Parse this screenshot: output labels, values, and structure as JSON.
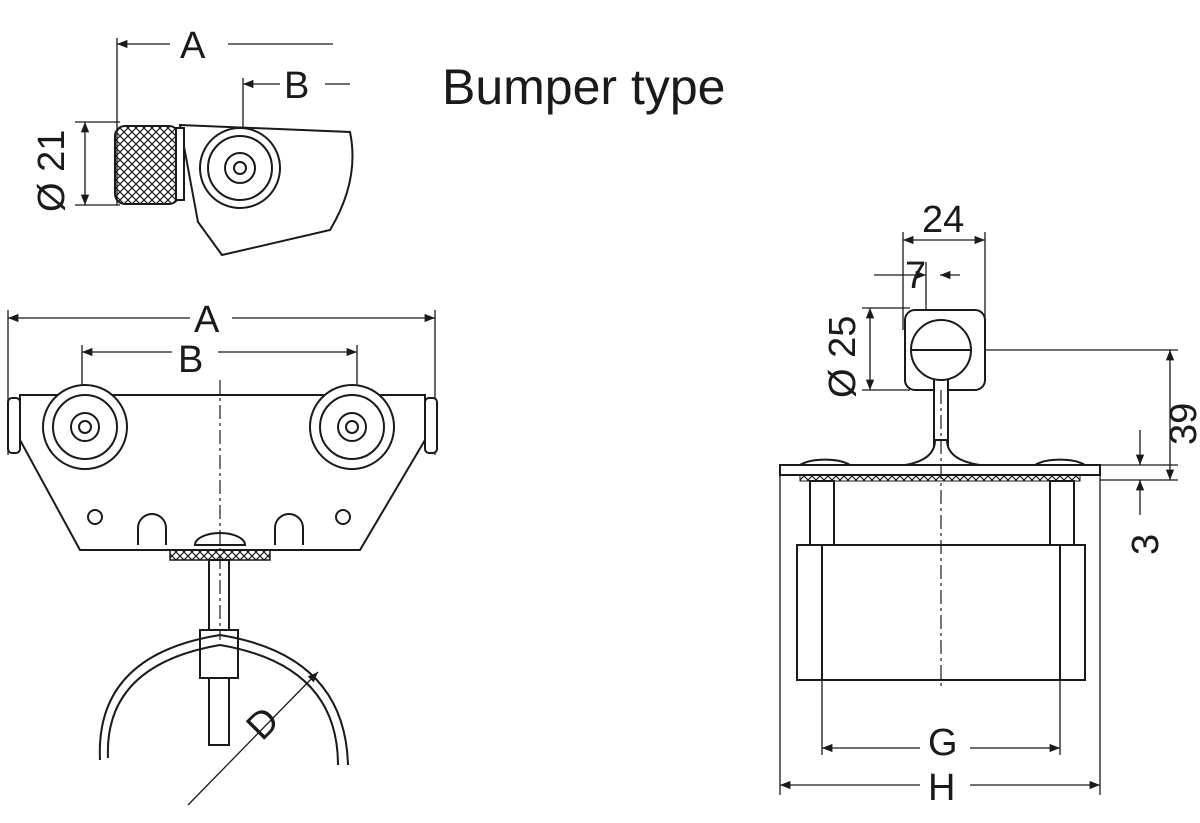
{
  "title": "Bumper type",
  "top_view": {
    "dim_a": "A",
    "dim_b": "B",
    "dim_diameter": "Ø 21"
  },
  "front_view": {
    "dim_a": "A",
    "dim_b": "B",
    "dim_d": "D"
  },
  "side_view": {
    "dim_24": "24",
    "dim_7": "7",
    "dim_diameter": "Ø 25",
    "dim_39": "39",
    "dim_3": "3",
    "dim_g": "G",
    "dim_h": "H"
  }
}
